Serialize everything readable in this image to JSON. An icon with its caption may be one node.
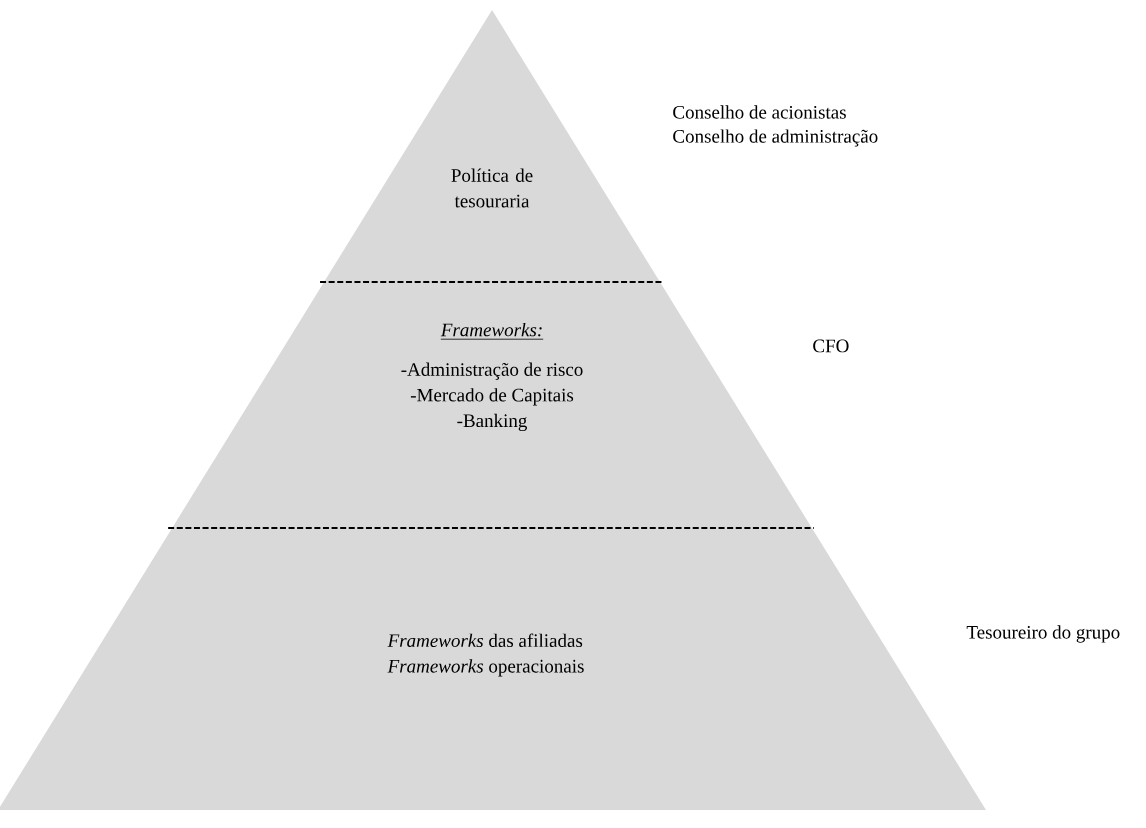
{
  "diagram": {
    "nodes": [
      {
        "text": [
          "Política de tesouraria"
        ],
        "beside": [
          "Conselho de acionistas",
          "Conselho de administração"
        ]
      },
      {
        "text": [
          "Frameworks:",
          "-Administração de risco",
          "-Mercado de Capitais",
          "-Banking"
        ],
        "beside": [
          "CFO"
        ]
      },
      {
        "text": [
          "*Frameworks* das afiliadas",
          "*Frameworks* operacionais"
        ],
        "beside": [
          "Tesoureiro do grupo"
        ]
      }
    ]
  }
}
